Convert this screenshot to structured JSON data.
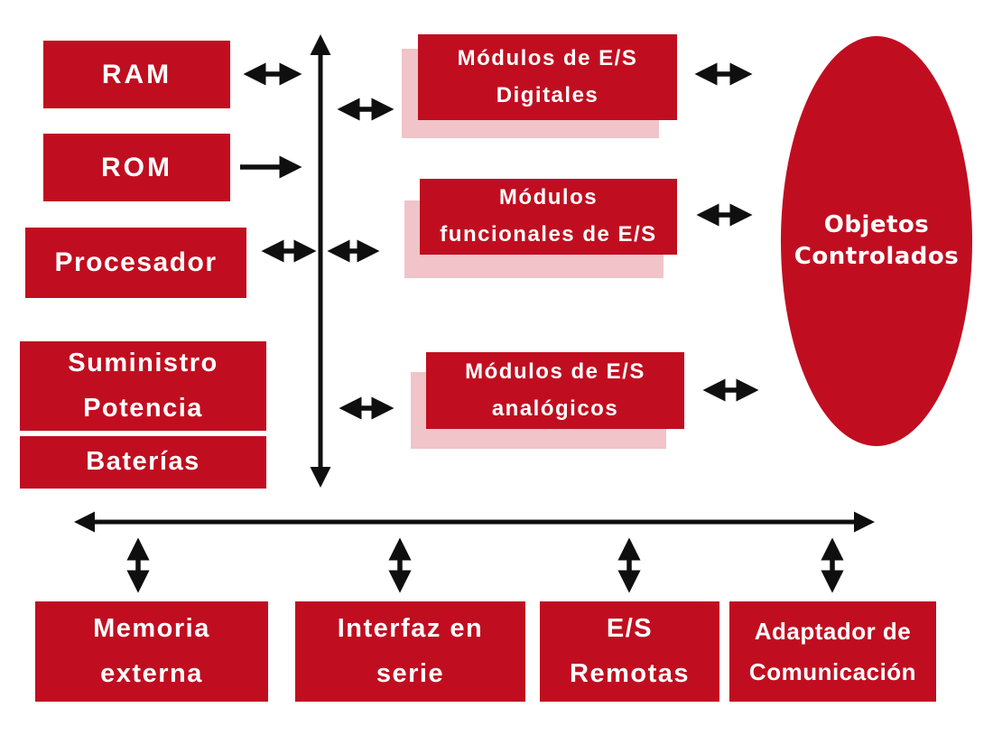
{
  "colors": {
    "box_red": "#c00e20",
    "shadow_pink": "#f0c4c8",
    "arrow_black": "#0f0f0f",
    "text_white": "#ffffff",
    "background": "#ffffff"
  },
  "nodes": {
    "ram": {
      "label": "RAM"
    },
    "rom": {
      "label": "ROM"
    },
    "procesador": {
      "label": "Procesador"
    },
    "suministro": {
      "label": "Suministro\nPotencia"
    },
    "baterias": {
      "label": "Baterías"
    },
    "mod_digitales": {
      "label": "Módulos de E/S\nDigitales"
    },
    "mod_funcionales": {
      "label": "Módulos\nfuncionales de E/S"
    },
    "mod_analogicos": {
      "label": "Módulos de E/S\nanalógicos"
    },
    "objetos_controlados": {
      "label": "Objetos\nControlados"
    },
    "memoria_externa": {
      "label": "Memoria\nexterna"
    },
    "interfaz_serie": {
      "label": "Interfaz en\nserie"
    },
    "es_remotas": {
      "label": "E/S\nRemotas"
    },
    "adaptador": {
      "label": "Adaptador de\nComunicación"
    }
  }
}
